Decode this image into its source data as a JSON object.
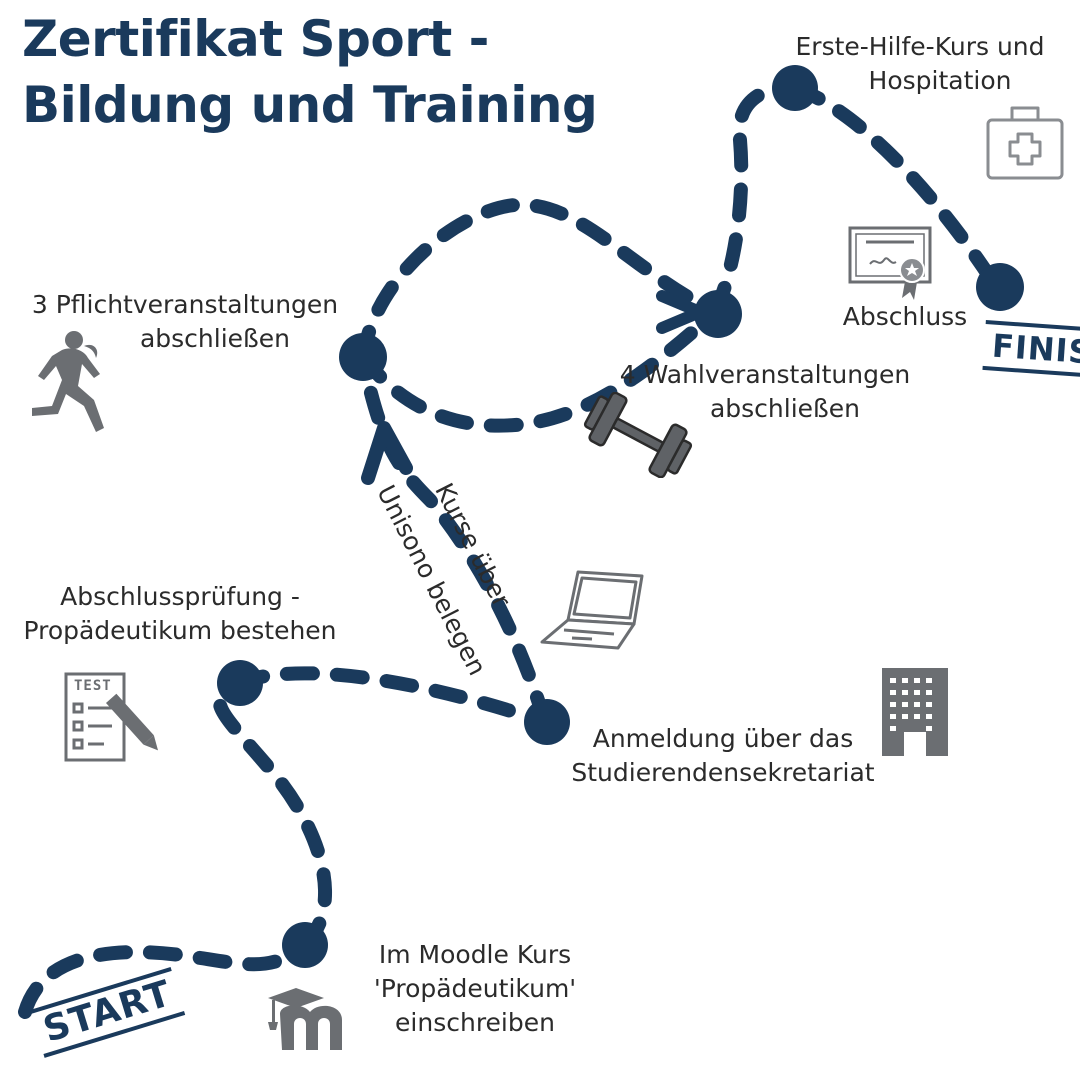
{
  "title": {
    "line1": "Zertifikat Sport -",
    "line2": "Bildung und Training"
  },
  "stamps": {
    "start": "START",
    "finish": "FINISH"
  },
  "steps": {
    "moodle": {
      "line1": "Im Moodle Kurs",
      "line2": "'Propädeutikum'",
      "line3": "einschreiben"
    },
    "exam": {
      "line1": "Abschlussprüfung -",
      "line2": "Propädeutikum bestehen"
    },
    "registration": {
      "line1": "Anmeldung über das",
      "line2": "Studierendensekretariat"
    },
    "courses": {
      "line1": "Kurse über",
      "line2": "Unisono belegen"
    },
    "mandatory": {
      "line1": "3 Pflichtveranstaltungen",
      "line2": "abschließen"
    },
    "elective": {
      "line1": "4 Wahlveranstaltungen",
      "line2": "abschließen"
    },
    "firstaid": {
      "line1": "Erste-Hilfe-Kurs und",
      "line2": "Hospitation"
    },
    "degree": {
      "line1": "Abschluss"
    }
  },
  "icons": {
    "test_sheet_text": "TEST",
    "list": [
      "runner-icon",
      "dumbbell-icon",
      "laptop-icon",
      "building-icon",
      "test-sheet-icon",
      "moodle-logo-icon",
      "first-aid-kit-icon",
      "certificate-icon"
    ]
  },
  "colors": {
    "path": "#1a3a5c",
    "text": "#2b2b2b",
    "icon_gray": "#6b6e72",
    "icon_light": "#8a8d91"
  }
}
